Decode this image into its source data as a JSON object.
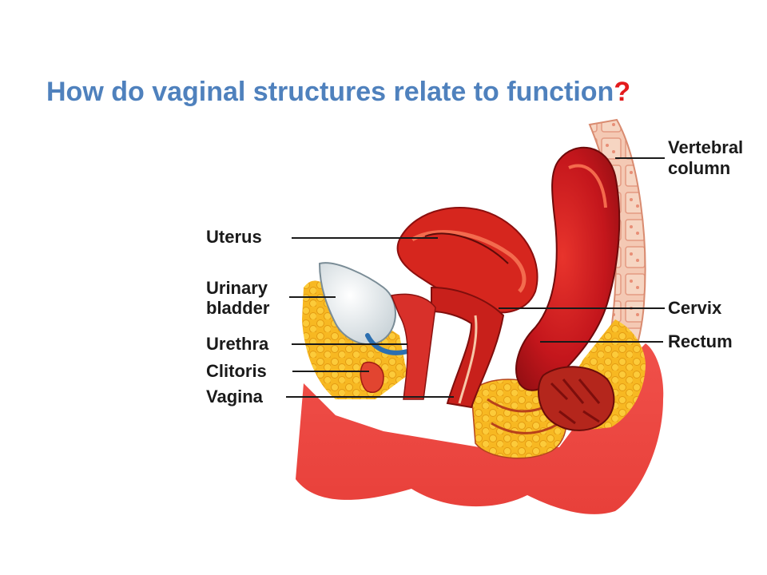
{
  "slide": {
    "title": "How do vaginal structures relate to function",
    "title_punct": "?",
    "title_color": "#4F81BD",
    "punct_color": "#E31A1C"
  },
  "diagram": {
    "labels": {
      "vertebral_line1": "Vertebral",
      "vertebral_line2": "column",
      "uterus": "Uterus",
      "bladder_line1": "Urinary",
      "bladder_line2": "bladder",
      "urethra": "Urethra",
      "clitoris": "Clitoris",
      "vagina": "Vagina",
      "cervix": "Cervix",
      "rectum": "Rectum"
    }
  }
}
